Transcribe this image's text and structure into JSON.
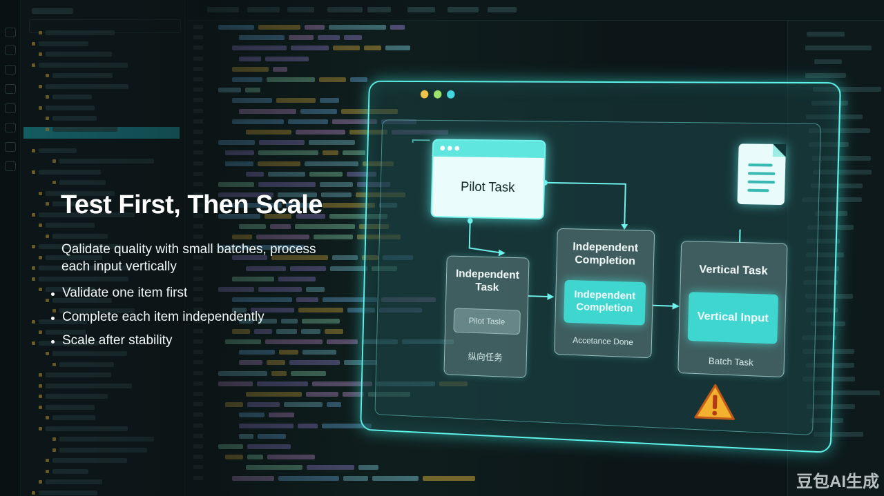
{
  "slide": {
    "headline": "Test First, Then Scale",
    "subtitle": "Qalidate quality with small batches, process each input vertically",
    "bullets": [
      "Validate one item first",
      "Complete each item independently",
      "Scale after stability"
    ]
  },
  "diagram": {
    "pilot_card": {
      "label": "Pilot Task"
    },
    "card_independent_task": {
      "title": "Independent Task",
      "pill_label": "Pilot Tasle",
      "footer": "纵向任务"
    },
    "card_independent_completion": {
      "title": "Independent Completion",
      "pill_label": "Independent Completion",
      "footer": "Accetance Done"
    },
    "card_vertical_task": {
      "title": "Vertical Task",
      "pill_label": "Vertical Input",
      "footer": "Batch Task"
    },
    "icons": [
      "document-icon",
      "warning-icon"
    ]
  },
  "colors": {
    "accent": "#5ef2ea",
    "traffic_lights": [
      "#f2c14a",
      "#9be26b",
      "#44d7e0"
    ],
    "highlight_pill": "#3fd6cf",
    "warning": "#f2b230"
  },
  "watermark": "豆包AI生成"
}
